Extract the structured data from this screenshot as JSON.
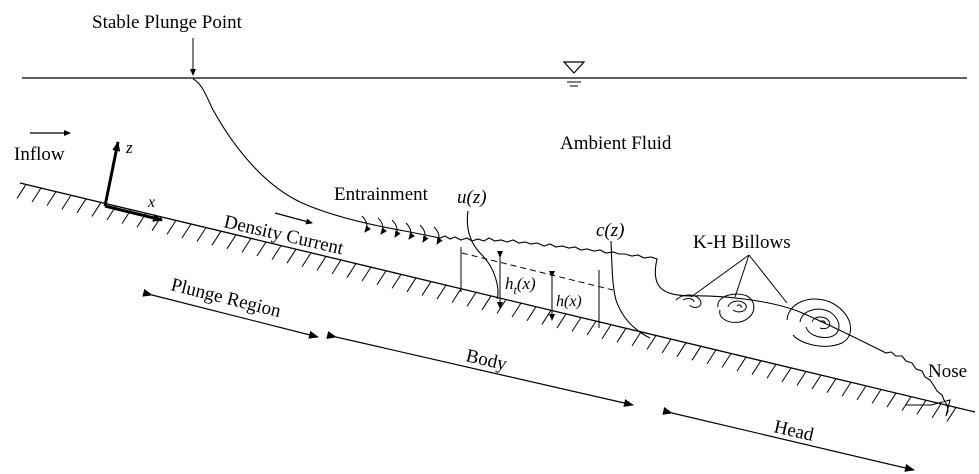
{
  "labels": {
    "stable_plunge_point": "Stable Plunge Point",
    "ambient_fluid": "Ambient Fluid",
    "inflow": "Inflow",
    "z_axis": "z",
    "x_axis": "x",
    "entrainment": "Entrainment",
    "u_profile": "u(z)",
    "c_profile": "c(z)",
    "density_current": "Density Current",
    "kh_billows": "K-H Billows",
    "ht_base": "h",
    "ht_sub": "t",
    "ht_arg": "(x)",
    "h_x": "h(x)",
    "plunge_region": "Plunge Region",
    "body": "Body",
    "head": "Head",
    "nose": "Nose"
  }
}
